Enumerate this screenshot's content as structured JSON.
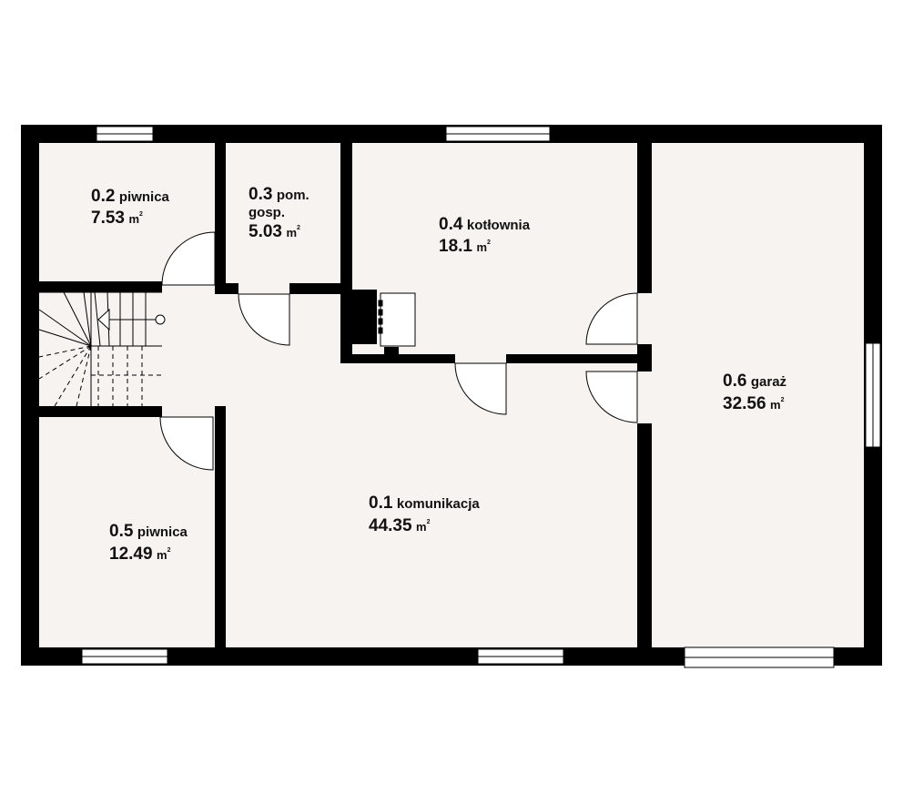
{
  "rooms": [
    {
      "id": "r02",
      "number": "0.2",
      "name": "piwnica",
      "area": "7.53",
      "unit": "m",
      "sup": "2"
    },
    {
      "id": "r03",
      "number": "0.3",
      "name": "pom.",
      "name2": "gosp.",
      "area": "5.03",
      "unit": "m",
      "sup": "2"
    },
    {
      "id": "r04",
      "number": "0.4",
      "name": "kotłownia",
      "area": "18.1",
      "unit": "m",
      "sup": "2"
    },
    {
      "id": "r06",
      "number": "0.6",
      "name": "garaż",
      "area": "32.56",
      "unit": "m",
      "sup": "2"
    },
    {
      "id": "r01",
      "number": "0.1",
      "name": "komunikacja",
      "area": "44.35",
      "unit": "m",
      "sup": "2"
    },
    {
      "id": "r05",
      "number": "0.5",
      "name": "piwnica",
      "area": "12.49",
      "unit": "m",
      "sup": "2"
    }
  ],
  "colors": {
    "wall": "#000000",
    "floor": "#f7f3f0",
    "background": "#ffffff"
  }
}
